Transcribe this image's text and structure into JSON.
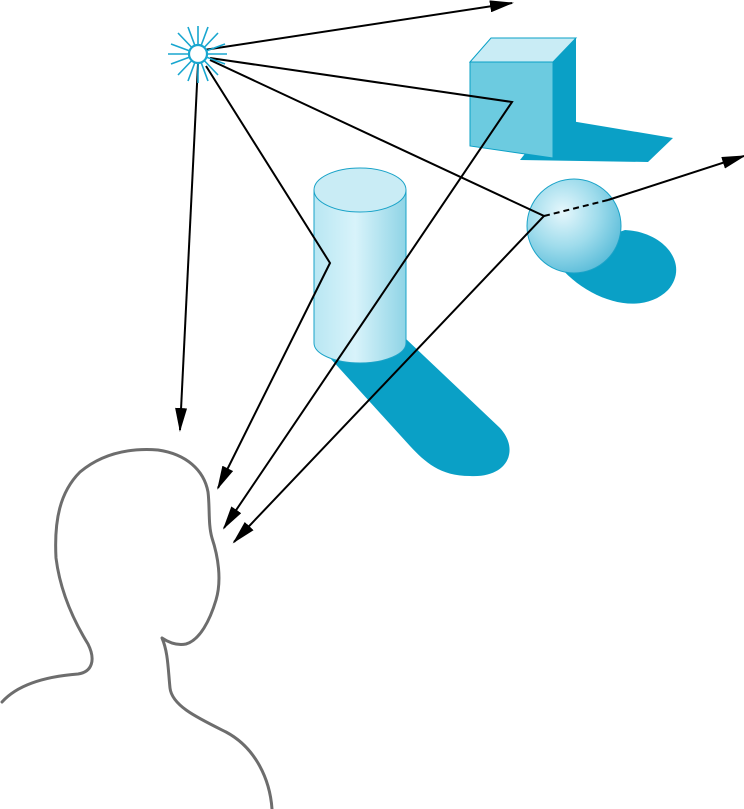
{
  "diagram": {
    "type": "light-ray-scene",
    "elements": [
      "light-source",
      "cube",
      "cylinder",
      "sphere",
      "viewer-head",
      "light-rays"
    ],
    "colors": {
      "object_light": "#c9ecf5",
      "object_mid": "#7fcde0",
      "object_dark": "#1aa3c8",
      "shadow": "#0aa0c6",
      "light_source": "#18a6cf",
      "ray": "#000000",
      "viewer_outline": "#6d6d6d",
      "background": "#ffffff"
    }
  }
}
